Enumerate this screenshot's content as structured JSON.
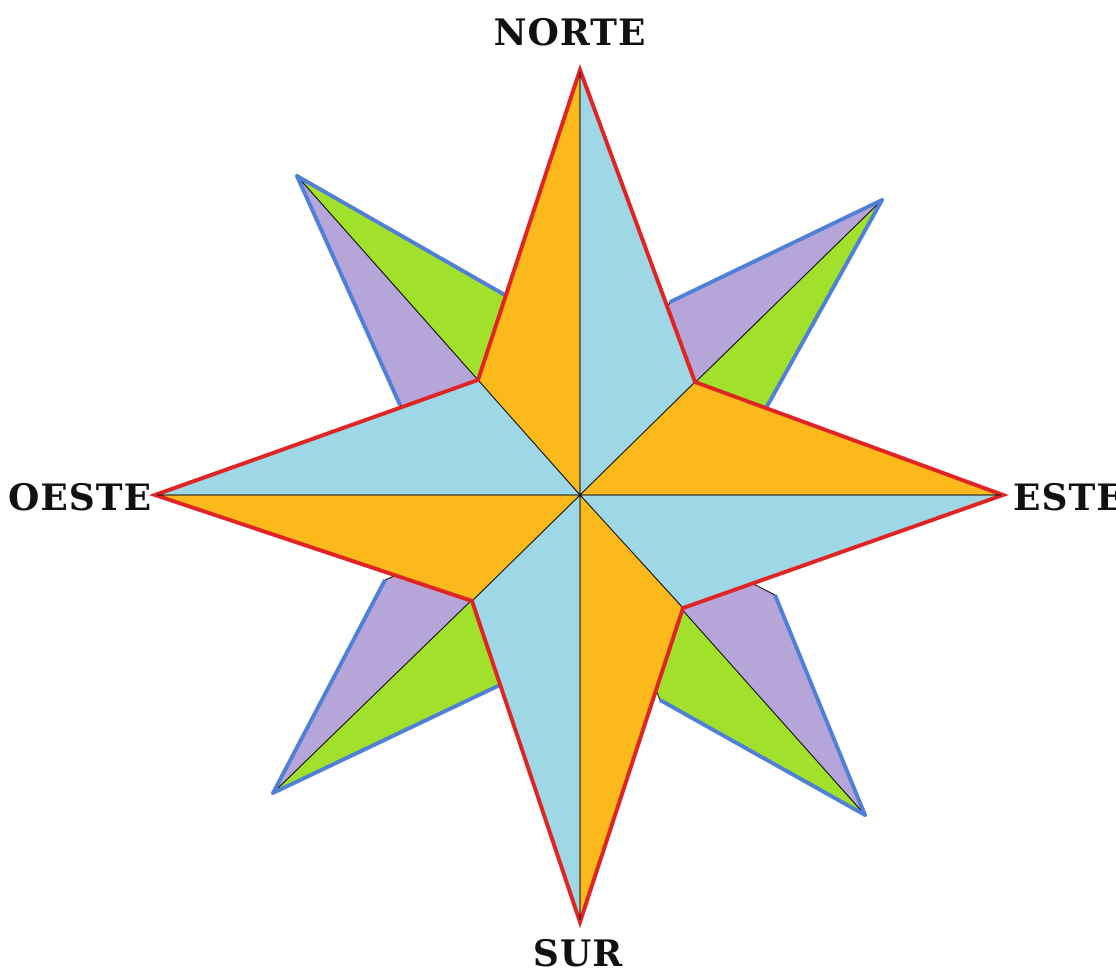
{
  "labels": {
    "north": "NORTE",
    "east": "ESTE",
    "south": "SUR",
    "west": "OESTE"
  },
  "colors": {
    "background": "#ffffff",
    "main_point_light": "#9ed8e6",
    "main_point_dark": "#fbb91c",
    "diagonal_point_light": "#b6a5d8",
    "diagonal_point_dark": "#a2e12b",
    "main_outline": "#e02424",
    "diagonal_outline": "#4f7fd6",
    "center_lines": "#111111"
  }
}
